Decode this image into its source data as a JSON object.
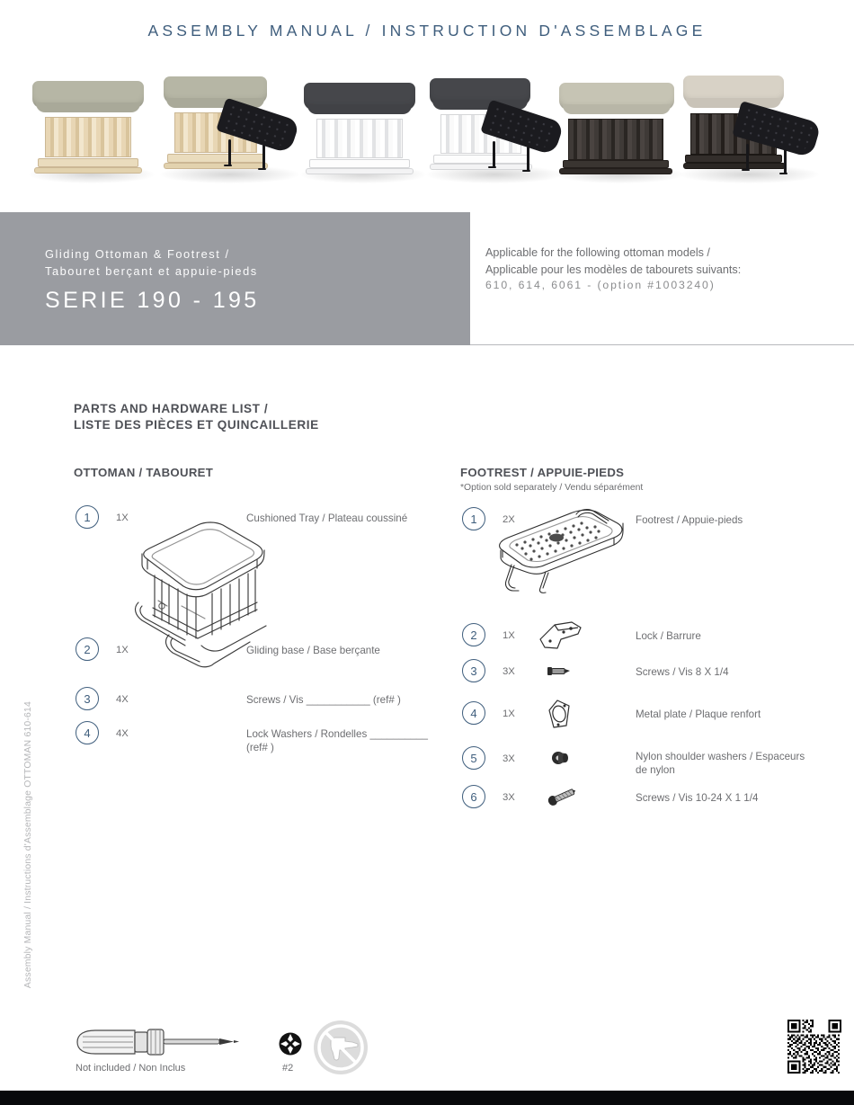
{
  "header": {
    "title": "ASSEMBLY MANUAL / INSTRUCTION D'ASSEMBLAGE"
  },
  "hero": {
    "alt": "six gliding ottoman product photos, natural, white and espresso finishes, three with black footrests"
  },
  "banner": {
    "subtitle_en": "Gliding Ottoman & Footrest /",
    "subtitle_fr": "Tabouret berçant et appuie-pieds",
    "serie": "SERIE 190 - 195",
    "bg_color": "#9a9ca1"
  },
  "applicable": {
    "line1": "Applicable for the following ottoman models /",
    "line2": "Applicable pour les modèles de tabourets suivants:",
    "models": "610, 614, 6061  - (option #1003240)"
  },
  "parts_list": {
    "heading_en": "PARTS AND HARDWARE LIST /",
    "heading_fr": "LISTE DES PIÈCES ET QUINCAILLERIE"
  },
  "ottoman": {
    "title": "OTTOMAN / TABOURET",
    "items": [
      {
        "num": "1",
        "qty": "1X",
        "desc": "Cushioned Tray / Plateau coussiné",
        "icon": "ottoman-tray-drawing"
      },
      {
        "num": "2",
        "qty": "1X",
        "desc": "Gliding base / Base berçante",
        "icon": "ottoman-base-drawing"
      },
      {
        "num": "3",
        "qty": "4X",
        "desc": "Screws  / Vis ___________ (ref#    )",
        "icon": "none"
      },
      {
        "num": "4",
        "qty": "4X",
        "desc": "Lock Washers  / Rondelles __________\n(ref#    )",
        "icon": "none"
      }
    ]
  },
  "footrest": {
    "title": "FOOTREST / APPUIE-PIEDS",
    "note": "*Option sold separately / Vendu séparément",
    "items": [
      {
        "num": "1",
        "qty": "2X",
        "desc": "Footrest / Appuie-pieds",
        "icon": "footrest-drawing"
      },
      {
        "num": "2",
        "qty": "1X",
        "desc": "Lock / Barrure",
        "icon": "lock-plate-icon"
      },
      {
        "num": "3",
        "qty": "3X",
        "desc": "Screws  / Vis 8 X 1/4",
        "icon": "short-screw-icon"
      },
      {
        "num": "4",
        "qty": "1X",
        "desc": "Metal plate / Plaque renfort",
        "icon": "metal-plate-icon"
      },
      {
        "num": "5",
        "qty": "3X",
        "desc": "Nylon shoulder washers / Espaceurs\nde nylon",
        "icon": "nylon-washer-icon"
      },
      {
        "num": "6",
        "qty": "3X",
        "desc": "Screws  / Vis 10-24 X 1 1/4",
        "icon": "long-screw-icon"
      }
    ]
  },
  "side_caption": "Assembly Manual / Instructions d'Assemblage  OTTOMAN 610-614",
  "footer": {
    "screwdriver_caption": "Not included / Non Inclus",
    "bit_size": "#2",
    "no_drill_label": "no-power-drill",
    "qr_label": "qr-code"
  },
  "colors": {
    "accent_blue": "#3f5e7d",
    "banner_gray": "#9a9ca1",
    "text_gray": "#6d6e71",
    "heading_gray": "#4f5157"
  }
}
